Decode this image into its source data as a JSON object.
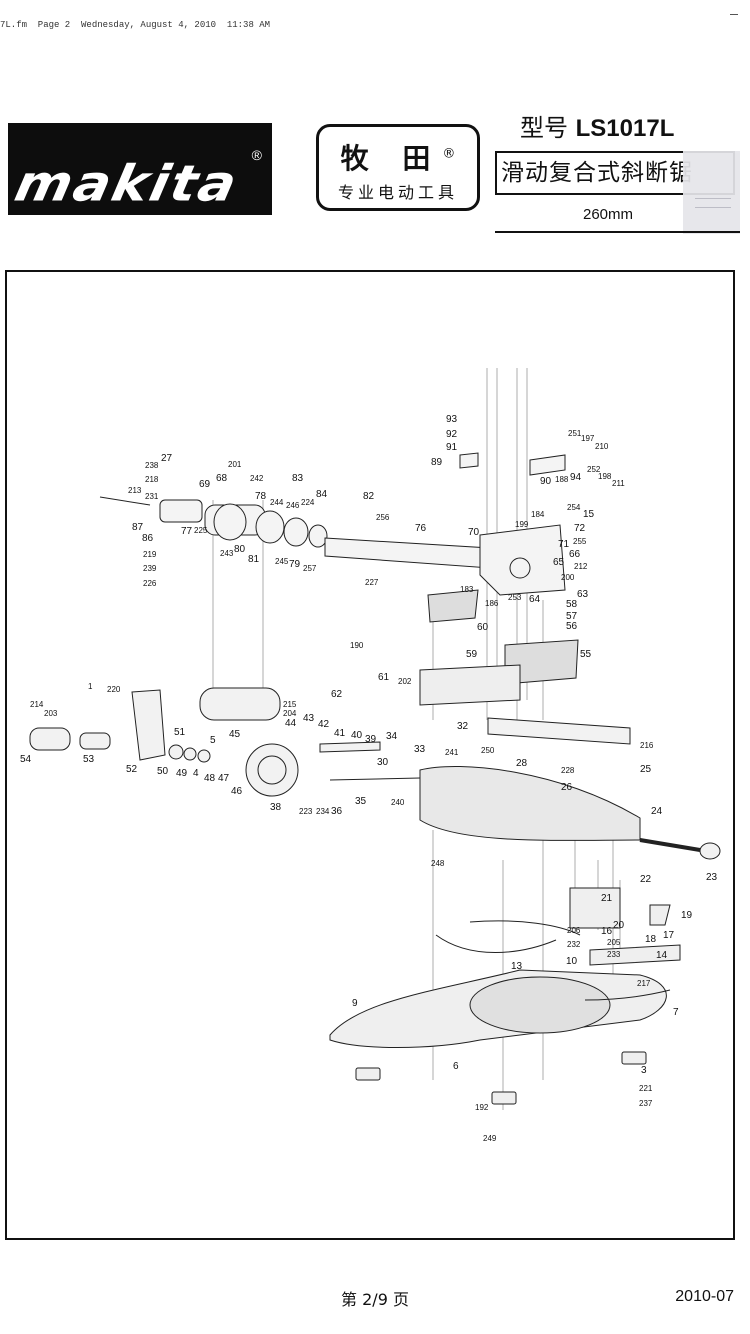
{
  "file_header": "7L.fm  Page 2  Wednesday, August 4, 2010  11:38 AM",
  "brand": {
    "logo_text": "makita",
    "registered": "®"
  },
  "badge": {
    "brand_cn": "牧 田",
    "registered": "®",
    "subtitle": "专业电动工具"
  },
  "model": {
    "prefix": "型号",
    "code": "LS1017L"
  },
  "product_name": "滑动复合式斜断锯",
  "blade_size": "260mm",
  "footer": {
    "page": "第 2/9 页",
    "date": "2010-07"
  },
  "part_labels": [
    "93",
    "92",
    "91",
    "89",
    "251",
    "197",
    "210",
    "90",
    "188",
    "94",
    "252",
    "198",
    "211",
    "238",
    "27",
    "201",
    "218",
    "68",
    "242",
    "213",
    "231",
    "69",
    "83",
    "78",
    "244",
    "246",
    "224",
    "84",
    "82",
    "87",
    "86",
    "77",
    "225",
    "256",
    "76",
    "184",
    "254",
    "15",
    "72",
    "70",
    "199",
    "71",
    "255",
    "66",
    "65",
    "212",
    "200",
    "219",
    "239",
    "226",
    "243",
    "80",
    "81",
    "245",
    "79",
    "257",
    "227",
    "183",
    "186",
    "253",
    "64",
    "58",
    "57",
    "56",
    "63",
    "60",
    "190",
    "59",
    "55",
    "61",
    "202",
    "62",
    "1",
    "220",
    "214",
    "203",
    "54",
    "53",
    "52",
    "51",
    "215",
    "204",
    "44",
    "43",
    "42",
    "41",
    "40",
    "39",
    "34",
    "32",
    "5",
    "45",
    "50",
    "49",
    "4",
    "48",
    "47",
    "46",
    "33",
    "241",
    "250",
    "28",
    "216",
    "25",
    "30",
    "228",
    "26",
    "38",
    "223",
    "234",
    "36",
    "35",
    "240",
    "24",
    "248",
    "22",
    "23",
    "21",
    "19",
    "206",
    "16",
    "20",
    "18",
    "17",
    "232",
    "205",
    "233",
    "14",
    "10",
    "13",
    "217",
    "9",
    "7",
    "6",
    "3",
    "221",
    "237",
    "192",
    "249"
  ]
}
